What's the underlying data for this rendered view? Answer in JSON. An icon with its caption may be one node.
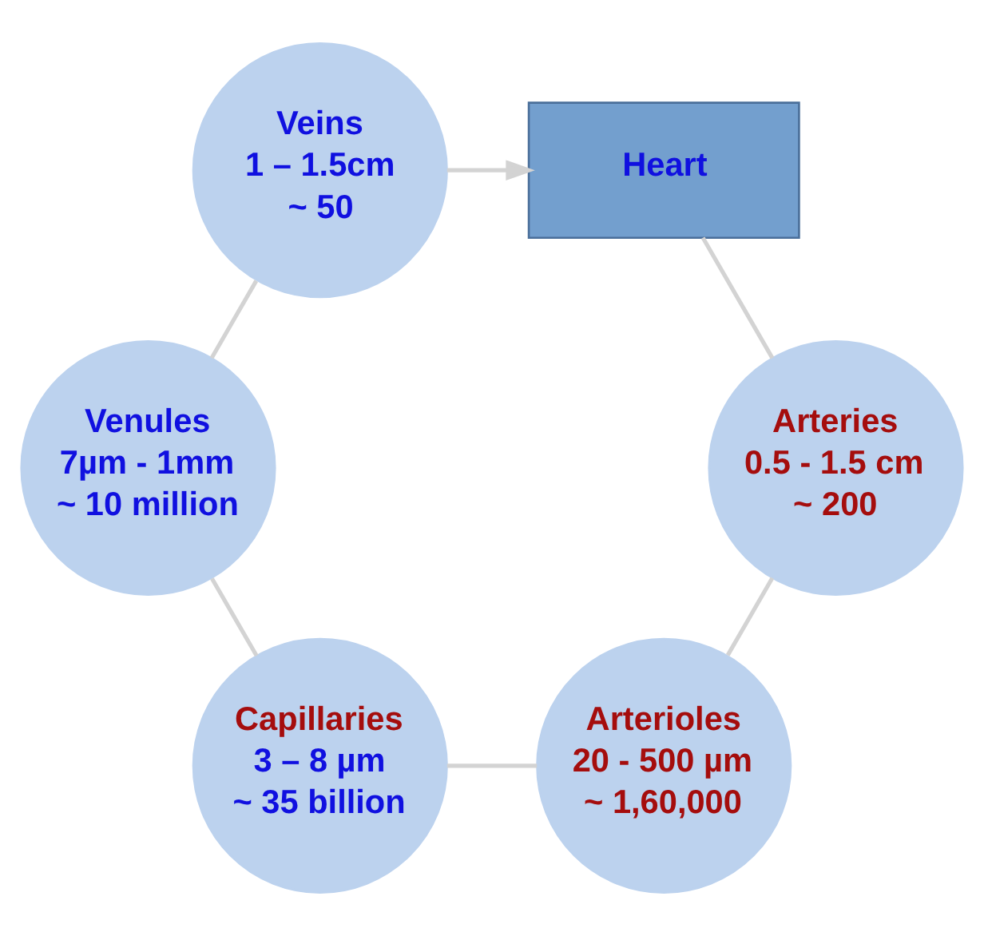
{
  "diagram": {
    "nodes": [
      {
        "text": [
          "Arterioles",
          "20 - 500 µm",
          "~ 1,60,000"
        ]
      },
      {
        "text": [
          "Arteries",
          "0.5 - 1.5 cm",
          "~ 200"
        ]
      },
      {
        "text": [
          "Capillaries",
          "3 – 8 µm",
          "~ 35 billion"
        ]
      },
      {
        "text": [
          "Heart"
        ]
      },
      {
        "text": [
          "Venules",
          "7µm - 1mm",
          "~ 10 million"
        ]
      },
      {
        "text": [
          "Veins",
          "1 – 1.5cm",
          "~ 50"
        ]
      }
    ],
    "edges": [
      {
        "from": 3,
        "to": 1,
        "arrow": "none"
      },
      {
        "from": 1,
        "to": 0,
        "arrow": "none"
      },
      {
        "from": 0,
        "to": 2,
        "arrow": "none"
      },
      {
        "from": 2,
        "to": 4,
        "arrow": "none"
      },
      {
        "from": 4,
        "to": 5,
        "arrow": "none"
      },
      {
        "from": 5,
        "to": 3,
        "arrow": "to"
      }
    ]
  }
}
